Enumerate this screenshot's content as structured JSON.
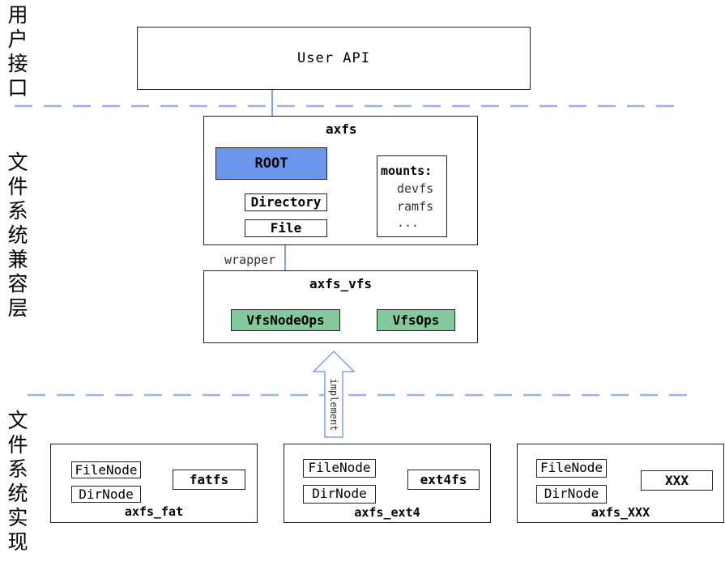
{
  "layers": {
    "user_interface": "用户接口",
    "compat_layer": "文件系统兼容层",
    "impl_layer": "文件系统实现"
  },
  "user_api": "User API",
  "axfs": {
    "title": "axfs",
    "root": "ROOT",
    "directory": "Directory",
    "file": "File",
    "mounts_title": "mounts:",
    "mounts": [
      "devfs",
      "ramfs",
      "..."
    ]
  },
  "wrapper_label": "wrapper",
  "axfs_vfs": {
    "title": "axfs_vfs",
    "node_ops": "VfsNodeOps",
    "ops": "VfsOps"
  },
  "implement_label": "implement",
  "impls": [
    {
      "name": "axfs_fat",
      "file_node": "FileNode",
      "dir_node": "DirNode",
      "fs": "fatfs"
    },
    {
      "name": "axfs_ext4",
      "file_node": "FileNode",
      "dir_node": "DirNode",
      "fs": "ext4fs"
    },
    {
      "name": "axfs_XXX",
      "file_node": "FileNode",
      "dir_node": "DirNode",
      "fs": "XXX"
    }
  ],
  "colors": {
    "root_fill": "#6c95ec",
    "vfs_fill": "#82ca9c",
    "arrow": "#7fa0ef",
    "dashed_line": "#9cb2ef"
  }
}
